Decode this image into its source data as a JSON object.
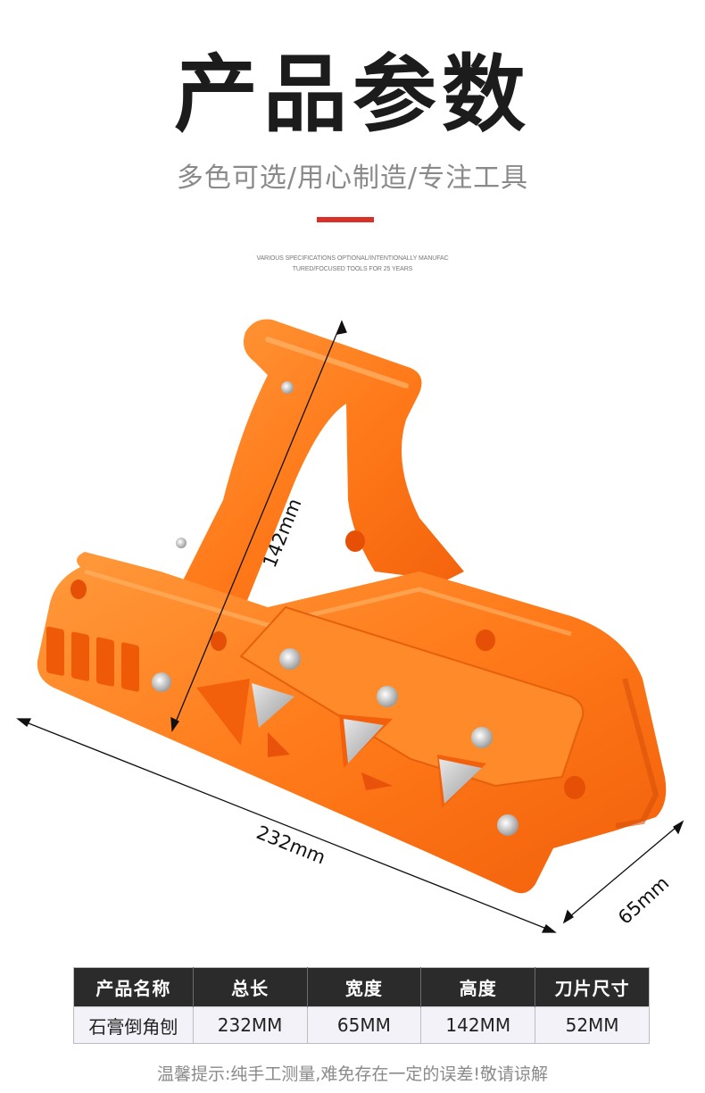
{
  "header": {
    "title": "产品参数",
    "subtitle": "多色可选/用心制造/专注工具",
    "accent_color": "#d9302a",
    "english_line1": "VARIOUS SPECIFICATIONS OPTIONAL/INTENTIONALLY MANUFAC",
    "english_line2": "TURED/FOCUSED TOOLS FOR 25 YEARS"
  },
  "product": {
    "image": "orange-drywall-edge-chamfer-planer",
    "body_color": "#ff7a1a",
    "dimensions": {
      "height": "142mm",
      "length": "232mm",
      "width": "65mm"
    }
  },
  "spec_table": {
    "headers": [
      "产品名称",
      "总长",
      "宽度",
      "高度",
      "刀片尺寸"
    ],
    "rows": [
      [
        "石膏倒角刨",
        "232MM",
        "65MM",
        "142MM",
        "52MM"
      ]
    ]
  },
  "footer": {
    "note": "温馨提示:纯手工测量,难免存在一定的误差!敬请谅解"
  }
}
